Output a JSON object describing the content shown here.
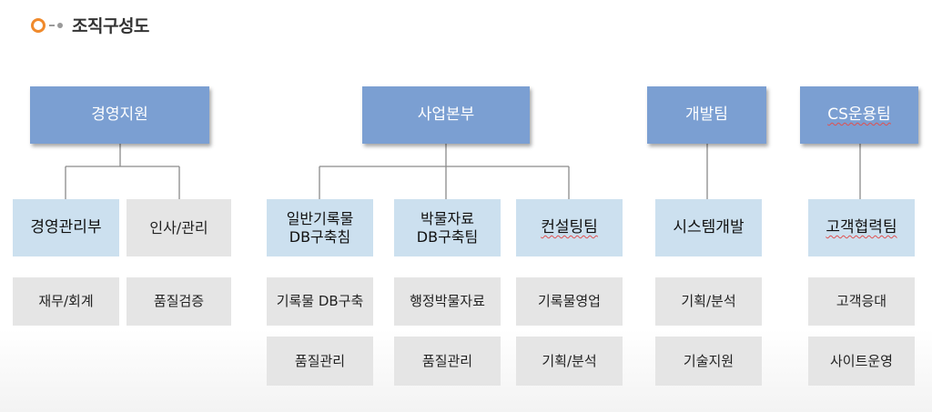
{
  "header": {
    "title": "조직구성도"
  },
  "divisions": {
    "management": "경영지원",
    "business": "사업본부",
    "development": "개발팀",
    "cs": "CS운용팀"
  },
  "teams": {
    "mgmt_admin": "경영관리부",
    "hr": "인사/관리",
    "records_db": "일반기록물\nDB구축침",
    "museum_db": "박물자료\nDB구축팀",
    "consulting": "컨설팅팀",
    "system_dev": "시스템개발",
    "customer": "고객협력팀"
  },
  "tasks": {
    "finance": "재무/회계",
    "quality_check": "품질검증",
    "records_db_build": "기록물 DB구축",
    "records_quality": "품질관리",
    "admin_museum": "행정박물자료",
    "museum_quality": "품질관리",
    "records_sales": "기록물영업",
    "consult_planning": "기획/분석",
    "dev_planning": "기획/분석",
    "tech_support": "기술지원",
    "customer_service": "고객응대",
    "site_operation": "사이트운영"
  }
}
